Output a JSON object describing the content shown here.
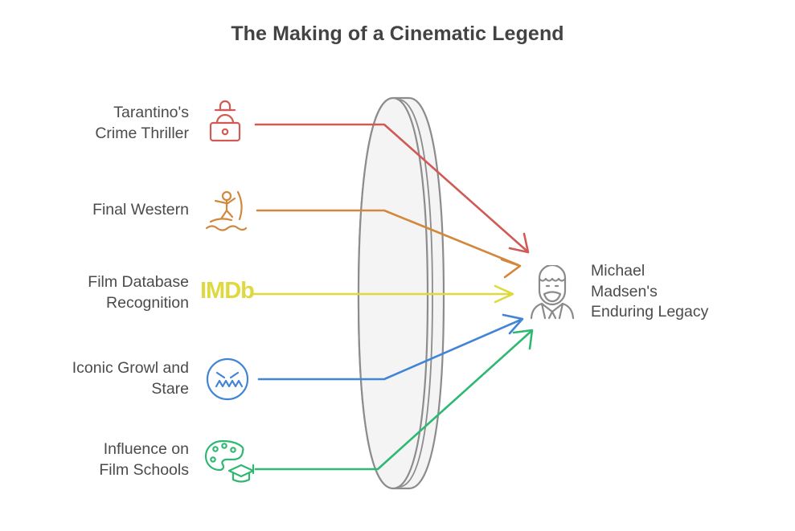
{
  "title": "The Making of a Cinematic Legend",
  "colors": {
    "red": "#d05a55",
    "orange": "#d2883c",
    "yellow": "#ded93f",
    "blue": "#4285d6",
    "green": "#2eb872",
    "gray": "#8a8a8a",
    "lens_fill": "#f4f4f4",
    "lens_stroke": "#8c8c8c",
    "text": "#4b4b4b",
    "title": "#434343"
  },
  "sources": [
    {
      "id": "tarantino-crime-thriller",
      "label": "Tarantino's\nCrime Thriller",
      "label_line1": "Tarantino's",
      "label_line2": "Crime Thriller",
      "icon": "gangster-briefcase-icon",
      "color": "#d05a55"
    },
    {
      "id": "final-western",
      "label": "Final Western",
      "label_line1": "Final Western",
      "label_line2": "",
      "icon": "surfer-wave-icon",
      "color": "#d2883c"
    },
    {
      "id": "film-database-recognition",
      "label": "Film Database\nRecognition",
      "label_line1": "Film Database",
      "label_line2": "Recognition",
      "icon": "imdb-logo-icon",
      "icon_text": "IMDb",
      "color": "#ded93f"
    },
    {
      "id": "iconic-growl-and-stare",
      "label": "Iconic Growl and\nStare",
      "label_line1": "Iconic Growl and",
      "label_line2": "Stare",
      "icon": "angry-face-icon",
      "color": "#4285d6"
    },
    {
      "id": "influence-on-film-schools",
      "label": "Influence on\nFilm Schools",
      "label_line1": "Influence on",
      "label_line2": "Film Schools",
      "icon": "palette-graduation-cap-icon",
      "color": "#2eb872"
    }
  ],
  "target": {
    "id": "michael-madsen-enduring-legacy",
    "label_line1": "Michael",
    "label_line2": "Madsen's",
    "label_line3": "Enduring Legacy",
    "icon": "bearded-man-icon",
    "color": "#8a8a8a"
  },
  "center_shape": {
    "name": "lens-cylinder-shape",
    "fill": "#f4f4f4",
    "stroke": "#8c8c8c"
  }
}
